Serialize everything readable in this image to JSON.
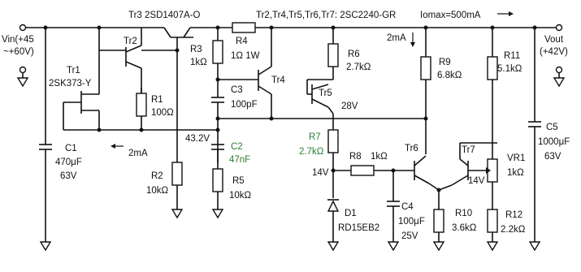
{
  "header": {
    "tr3": "Tr3  2SD1407A-O",
    "tr2group": "Tr2,Tr4,Tr5,Tr6,Tr7: 2SC2240-GR",
    "iomax": "Iomax=500mA"
  },
  "vin": {
    "line1": "Vin(+45",
    "line2": "~+60V)"
  },
  "vout": {
    "line1": "Vout",
    "line2": "(+42V)"
  },
  "tr1": {
    "name": "Tr1",
    "part": "2SK373-Y"
  },
  "tr2": {
    "name": "Tr2"
  },
  "tr4": {
    "name": "Tr4"
  },
  "tr5": {
    "name": "Tr5"
  },
  "tr6": {
    "name": "Tr6"
  },
  "tr7": {
    "name": "Tr7"
  },
  "r1": {
    "name": "R1",
    "value": "100Ω"
  },
  "r2": {
    "name": "R2",
    "value": "10kΩ"
  },
  "r3": {
    "name": "R3",
    "value": "1kΩ"
  },
  "r4": {
    "name": "R4",
    "value": "1Ω  1W"
  },
  "r5": {
    "name": "R5",
    "value": "10kΩ"
  },
  "r6": {
    "name": "R6",
    "value": "2.7kΩ"
  },
  "r7": {
    "name": "R7",
    "value": "2.7kΩ"
  },
  "r8": {
    "name": "R8",
    "value": "1kΩ"
  },
  "r9": {
    "name": "R9",
    "value": "6.8kΩ"
  },
  "r10": {
    "name": "R10",
    "value": "3.6kΩ"
  },
  "r11": {
    "name": "R11",
    "value": "5.1kΩ"
  },
  "r12": {
    "name": "R12",
    "value": "2.2kΩ"
  },
  "vr1": {
    "name": "VR1",
    "value": "1kΩ"
  },
  "c1": {
    "name": "C1",
    "value": "470μF",
    "voltage": "63V"
  },
  "c2": {
    "name": "C2",
    "value": "47nF"
  },
  "c3": {
    "name": "C3",
    "value": "100pF"
  },
  "c4": {
    "name": "C4",
    "value": "100μF",
    "voltage": "25V"
  },
  "c5": {
    "name": "C5",
    "value": "1000μF",
    "voltage": "63V"
  },
  "d1": {
    "name": "D1",
    "part": "RD15EB2"
  },
  "annotations": {
    "i_2ma_left": "2mA",
    "i_2ma_top": "2mA",
    "v_43_2": "43.2V",
    "v_28": "28V",
    "v_14_left": "14V",
    "v_14_right": "14V"
  },
  "colors": {
    "ink": "#111111",
    "green_label": "#2e7d32",
    "background": "#ffffff"
  }
}
